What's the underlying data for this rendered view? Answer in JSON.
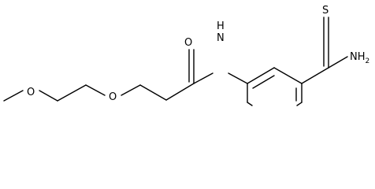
{
  "molecule": {
    "atoms": {
      "methoxy_o": "O",
      "ether_o": "O",
      "carbonyl_o": "O",
      "amide_n": "N",
      "amide_h": "H",
      "thio_s": "S",
      "amine": "NH",
      "amine_sub": "2"
    },
    "colors": {
      "bond": "#000000",
      "label": "#000000",
      "background": "#ffffff"
    }
  }
}
